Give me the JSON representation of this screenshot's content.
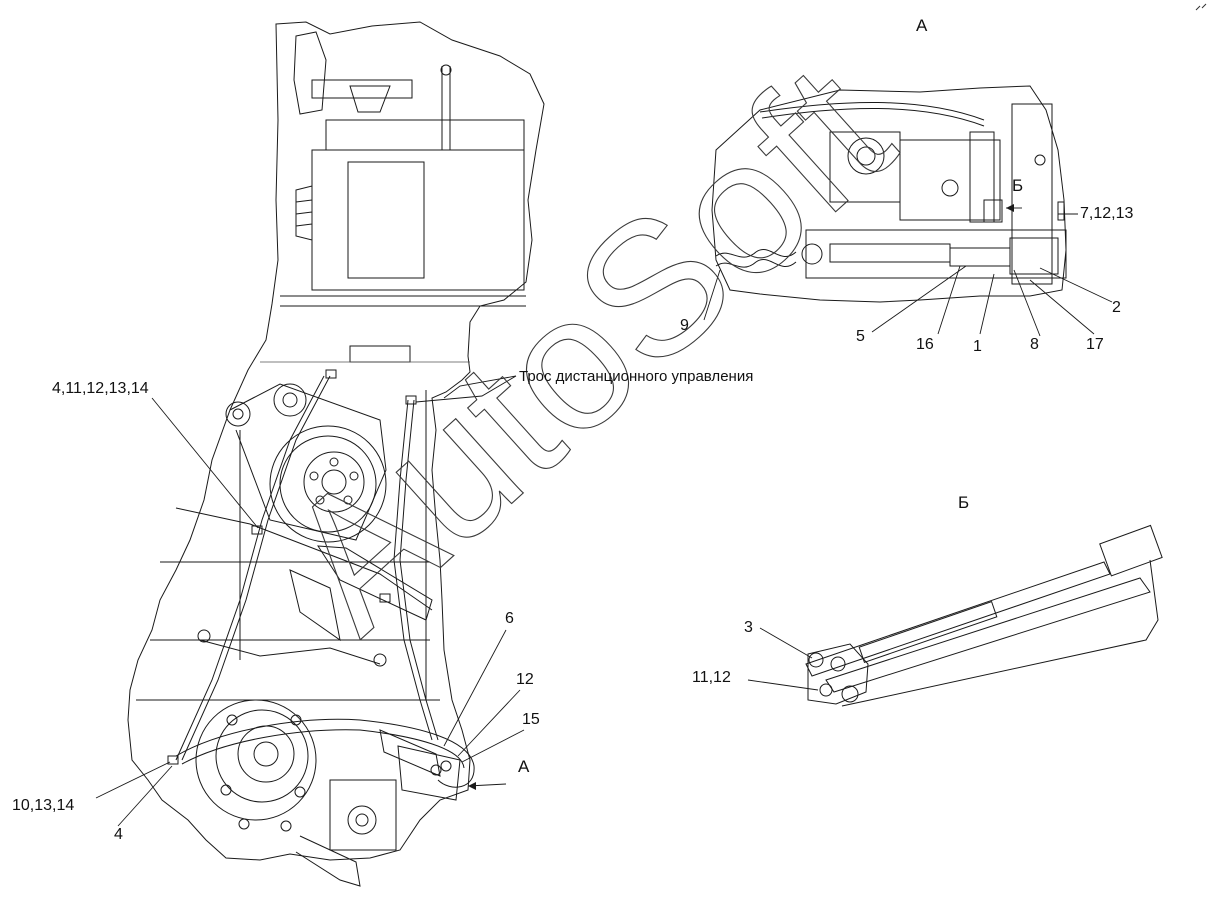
{
  "view_labels": {
    "view_a": "А",
    "view_b_marker": "Б",
    "view_b": "Б",
    "view_a_arrow": "А"
  },
  "cable_label": "Трос дистанционного управления",
  "callouts": {
    "c_4_11_12_13_14": "4,11,12,13,14",
    "c_10_13_14": "10,13,14",
    "c_4": "4",
    "c_6": "6",
    "c_12": "12",
    "c_15": "15",
    "c_7_12_13": "7,12,13",
    "c_2": "2",
    "c_9": "9",
    "c_5": "5",
    "c_16": "16",
    "c_1": "1",
    "c_8": "8",
    "c_17": "17",
    "c_3": "3",
    "c_11_12": "11,12"
  },
  "watermark": "AutoSoft"
}
